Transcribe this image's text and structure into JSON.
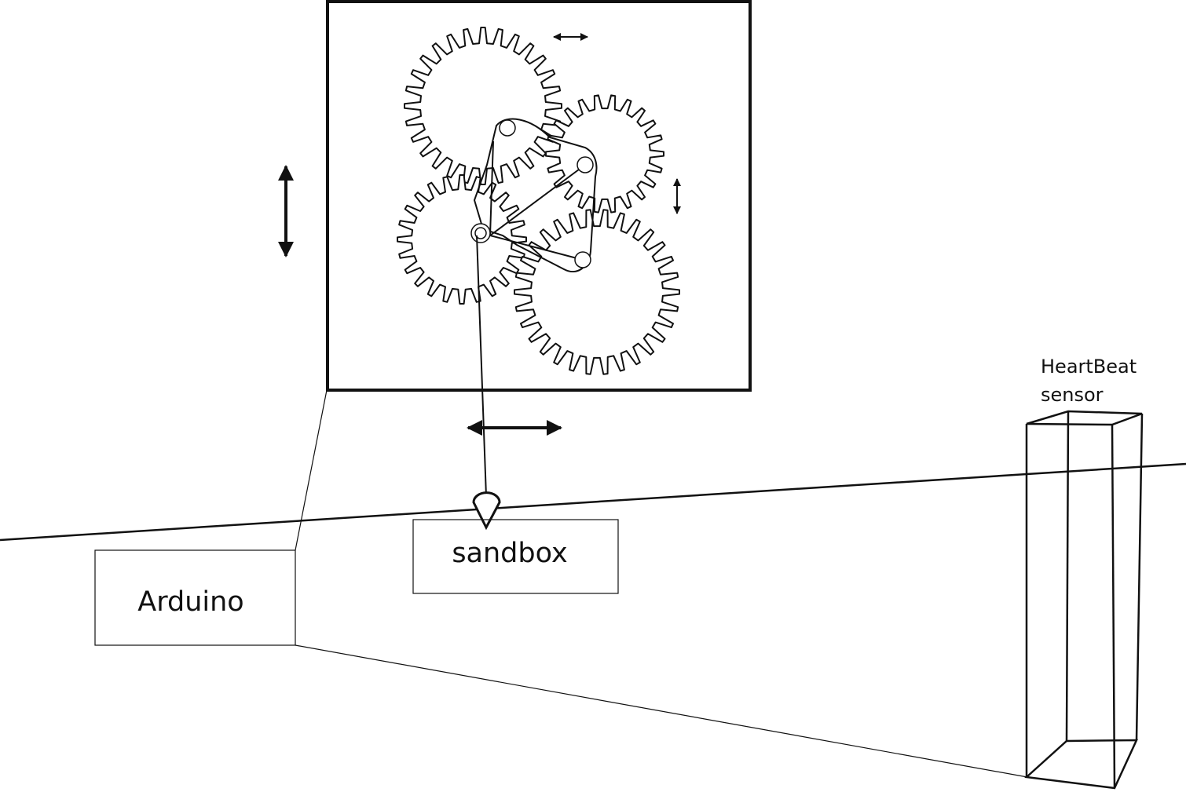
{
  "labels": {
    "arduino": "Arduino",
    "sandbox": "sandbox",
    "sensor_line1": "HeartBeat",
    "sensor_line2": "sensor"
  },
  "colors": {
    "stroke": "#111111",
    "background": "#ffffff"
  }
}
